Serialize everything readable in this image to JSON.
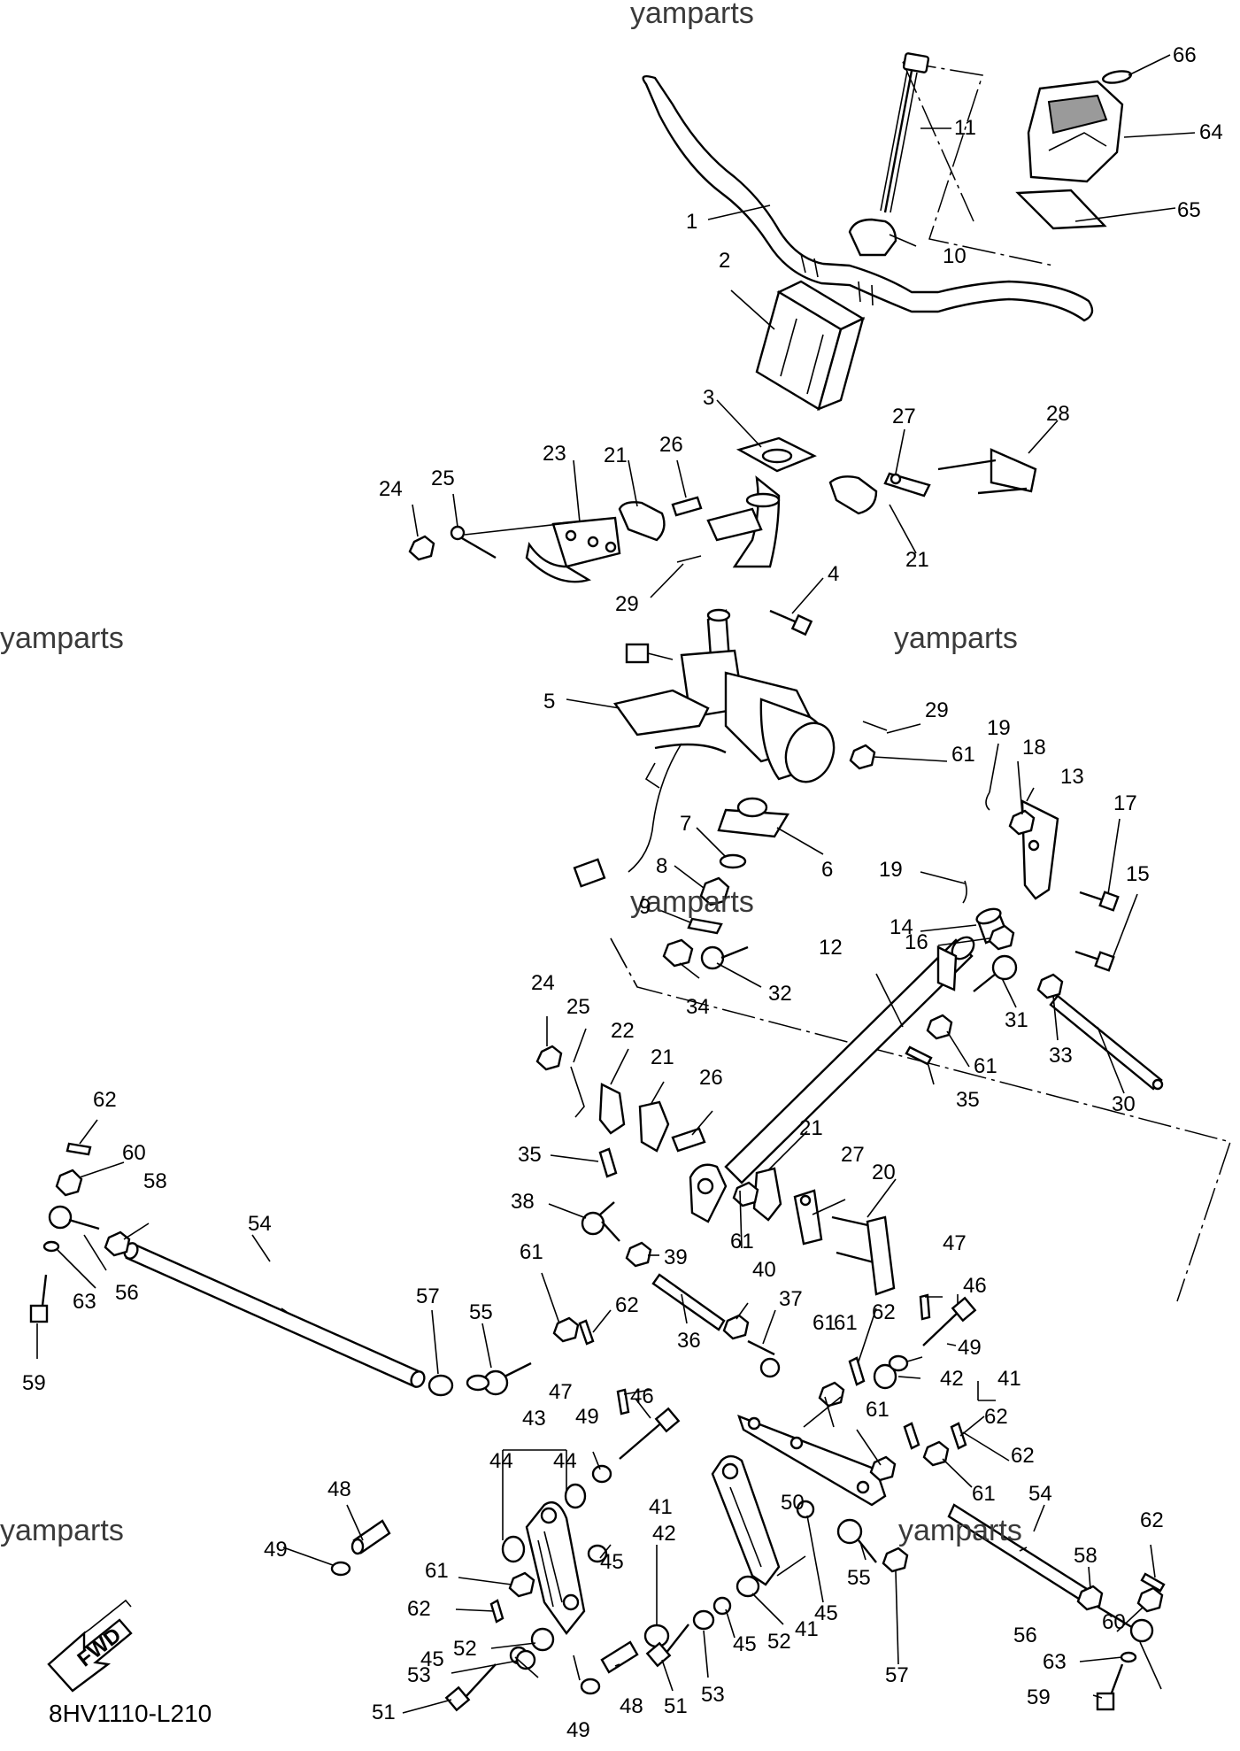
{
  "watermarks": [
    "yamparts",
    "yamparts",
    "yamparts",
    "yamparts",
    "yamparts",
    "yamparts"
  ],
  "diagram_code": "8HV1110-L210",
  "fwd_label": "FWD",
  "callouts": [
    {
      "id": "1",
      "label": "1"
    },
    {
      "id": "2",
      "label": "2"
    },
    {
      "id": "3",
      "label": "3"
    },
    {
      "id": "4",
      "label": "4"
    },
    {
      "id": "5",
      "label": "5"
    },
    {
      "id": "6",
      "label": "6"
    },
    {
      "id": "7",
      "label": "7"
    },
    {
      "id": "8",
      "label": "8"
    },
    {
      "id": "9",
      "label": "9"
    },
    {
      "id": "10",
      "label": "10"
    },
    {
      "id": "11",
      "label": "11"
    },
    {
      "id": "12",
      "label": "12"
    },
    {
      "id": "13",
      "label": "13"
    },
    {
      "id": "14",
      "label": "14"
    },
    {
      "id": "15",
      "label": "15"
    },
    {
      "id": "16",
      "label": "16"
    },
    {
      "id": "17",
      "label": "17"
    },
    {
      "id": "18",
      "label": "18"
    },
    {
      "id": "19a",
      "label": "19"
    },
    {
      "id": "19b",
      "label": "19"
    },
    {
      "id": "20",
      "label": "20"
    },
    {
      "id": "21a",
      "label": "21"
    },
    {
      "id": "21b",
      "label": "21"
    },
    {
      "id": "21c",
      "label": "21"
    },
    {
      "id": "21d",
      "label": "21"
    },
    {
      "id": "22",
      "label": "22"
    },
    {
      "id": "23",
      "label": "23"
    },
    {
      "id": "24a",
      "label": "24"
    },
    {
      "id": "24b",
      "label": "24"
    },
    {
      "id": "25a",
      "label": "25"
    },
    {
      "id": "25b",
      "label": "25"
    },
    {
      "id": "26a",
      "label": "26"
    },
    {
      "id": "26b",
      "label": "26"
    },
    {
      "id": "27a",
      "label": "27"
    },
    {
      "id": "27b",
      "label": "27"
    },
    {
      "id": "28",
      "label": "28"
    },
    {
      "id": "29a",
      "label": "29"
    },
    {
      "id": "29b",
      "label": "29"
    },
    {
      "id": "30",
      "label": "30"
    },
    {
      "id": "31",
      "label": "31"
    },
    {
      "id": "32",
      "label": "32"
    },
    {
      "id": "33",
      "label": "33"
    },
    {
      "id": "34",
      "label": "34"
    },
    {
      "id": "35a",
      "label": "35"
    },
    {
      "id": "35b",
      "label": "35"
    },
    {
      "id": "36",
      "label": "36"
    },
    {
      "id": "37",
      "label": "37"
    },
    {
      "id": "38",
      "label": "38"
    },
    {
      "id": "39",
      "label": "39"
    },
    {
      "id": "40",
      "label": "40"
    },
    {
      "id": "41a",
      "label": "41"
    },
    {
      "id": "41b",
      "label": "41"
    },
    {
      "id": "41c",
      "label": "41"
    },
    {
      "id": "42a",
      "label": "42"
    },
    {
      "id": "42b",
      "label": "42"
    },
    {
      "id": "43",
      "label": "43"
    },
    {
      "id": "44a",
      "label": "44"
    },
    {
      "id": "44b",
      "label": "44"
    },
    {
      "id": "45a",
      "label": "45"
    },
    {
      "id": "45b",
      "label": "45"
    },
    {
      "id": "45c",
      "label": "45"
    },
    {
      "id": "45d",
      "label": "45"
    },
    {
      "id": "46a",
      "label": "46"
    },
    {
      "id": "46b",
      "label": "46"
    },
    {
      "id": "47a",
      "label": "47"
    },
    {
      "id": "47b",
      "label": "47"
    },
    {
      "id": "48a",
      "label": "48"
    },
    {
      "id": "48b",
      "label": "48"
    },
    {
      "id": "49a",
      "label": "49"
    },
    {
      "id": "49b",
      "label": "49"
    },
    {
      "id": "49c",
      "label": "49"
    },
    {
      "id": "49d",
      "label": "49"
    },
    {
      "id": "50",
      "label": "50"
    },
    {
      "id": "51a",
      "label": "51"
    },
    {
      "id": "51b",
      "label": "51"
    },
    {
      "id": "52a",
      "label": "52"
    },
    {
      "id": "52b",
      "label": "52"
    },
    {
      "id": "53a",
      "label": "53"
    },
    {
      "id": "53b",
      "label": "53"
    },
    {
      "id": "54a",
      "label": "54"
    },
    {
      "id": "54b",
      "label": "54"
    },
    {
      "id": "55a",
      "label": "55"
    },
    {
      "id": "55b",
      "label": "55"
    },
    {
      "id": "56a",
      "label": "56"
    },
    {
      "id": "56b",
      "label": "56"
    },
    {
      "id": "57a",
      "label": "57"
    },
    {
      "id": "57b",
      "label": "57"
    },
    {
      "id": "58a",
      "label": "58"
    },
    {
      "id": "58b",
      "label": "58"
    },
    {
      "id": "59a",
      "label": "59"
    },
    {
      "id": "59b",
      "label": "59"
    },
    {
      "id": "60a",
      "label": "60"
    },
    {
      "id": "60b",
      "label": "60"
    },
    {
      "id": "61a",
      "label": "61"
    },
    {
      "id": "61b",
      "label": "61"
    },
    {
      "id": "61c",
      "label": "61"
    },
    {
      "id": "61d",
      "label": "61"
    },
    {
      "id": "61e",
      "label": "61"
    },
    {
      "id": "61f",
      "label": "61"
    },
    {
      "id": "61g",
      "label": "61"
    },
    {
      "id": "61h",
      "label": "61"
    },
    {
      "id": "61i",
      "label": "61"
    },
    {
      "id": "62a",
      "label": "62"
    },
    {
      "id": "62b",
      "label": "62"
    },
    {
      "id": "62c",
      "label": "62"
    },
    {
      "id": "62d",
      "label": "62"
    },
    {
      "id": "62e",
      "label": "62"
    },
    {
      "id": "62f",
      "label": "62"
    },
    {
      "id": "62g",
      "label": "62"
    },
    {
      "id": "63a",
      "label": "63"
    },
    {
      "id": "63b",
      "label": "63"
    },
    {
      "id": "64",
      "label": "64"
    },
    {
      "id": "65",
      "label": "65"
    },
    {
      "id": "66",
      "label": "66"
    }
  ]
}
